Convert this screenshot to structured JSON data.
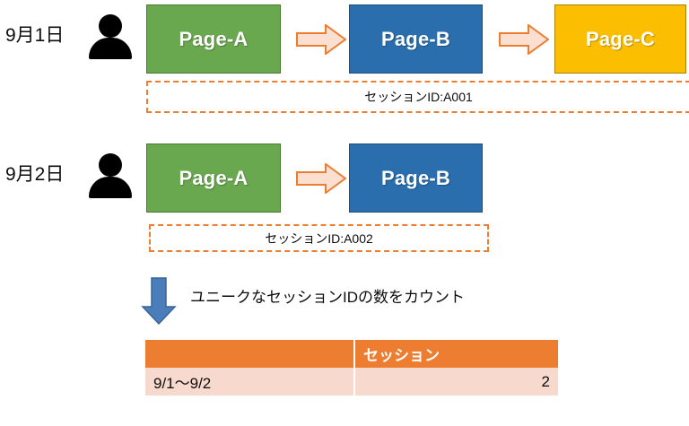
{
  "diagram": {
    "rows": [
      {
        "date_label": "9月1日",
        "user_icon": "person-icon",
        "pages": [
          "Page-A",
          "Page-B",
          "Page-C"
        ],
        "session_box_text": "セッションID:A001"
      },
      {
        "date_label": "9月2日",
        "user_icon": "person-icon",
        "pages": [
          "Page-A",
          "Page-B"
        ],
        "session_box_text": "セッションID:A002"
      }
    ],
    "flow_arrow_icon": "arrow-right-icon",
    "down_arrow_icon": "arrow-down-icon",
    "count_note": "ユニークなセッションIDの数をカウント"
  },
  "result_table": {
    "headers": [
      "",
      "セッション"
    ],
    "rows": [
      {
        "period": "9/1〜9/2",
        "sessions": "2"
      }
    ]
  },
  "colors": {
    "page_a": "#6aa84f",
    "page_b": "#2a6ead",
    "page_c": "#fcbe00",
    "arrow_fill": "#fbe0d2",
    "arrow_stroke": "#ed7d31",
    "dashed_border": "#ed7d31",
    "down_arrow": "#4a7ebb",
    "table_header": "#ed7d31",
    "table_row": "#f8d9ce"
  }
}
